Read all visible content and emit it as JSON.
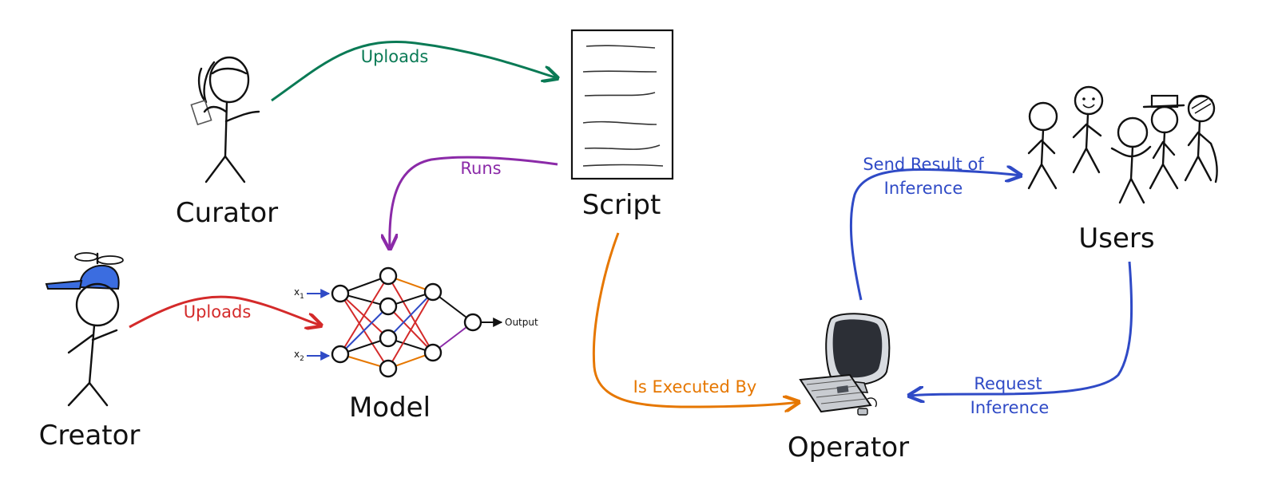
{
  "nodes": {
    "curator": "Curator",
    "creator": "Creator",
    "script": "Script",
    "model": "Model",
    "operator": "Operator",
    "users": "Users"
  },
  "model_labels": {
    "input1": "x",
    "input1_sub": "1",
    "input2": "x",
    "input2_sub": "2",
    "output": "Output"
  },
  "edges": {
    "curator_uploads": "Uploads",
    "creator_uploads": "Uploads",
    "runs": "Runs",
    "is_executed_by": "Is Executed By",
    "send_result_line1": "Send Result of",
    "send_result_line2": "Inference",
    "request_line1": "Request",
    "request_line2": "Inference"
  },
  "colors": {
    "curator_uploads": "#0a7a55",
    "creator_uploads": "#d42a2a",
    "runs": "#8b2aa8",
    "is_executed_by": "#e67700",
    "send_result": "#2f4ac6",
    "request_inference": "#2f4ac6",
    "cap": "#3b6de0",
    "screen": "#2c2f36"
  }
}
